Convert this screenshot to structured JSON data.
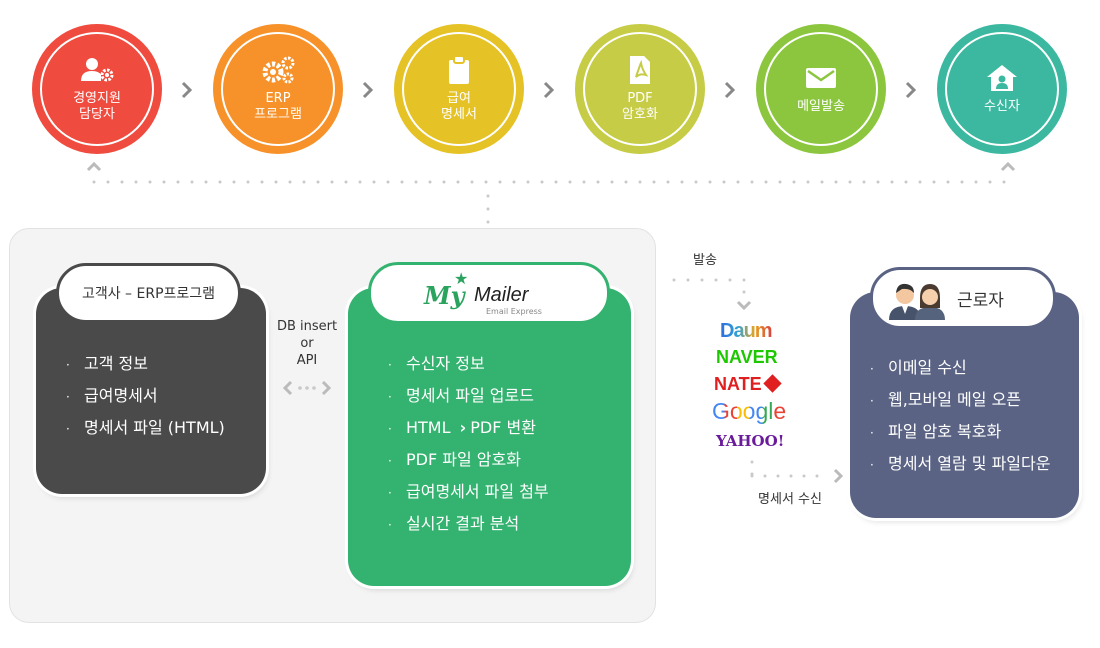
{
  "steps": [
    {
      "label": "경영지원\n담당자",
      "icon": "user-gear-icon",
      "color": "#ef4b3f"
    },
    {
      "label": "ERP\n프로그램",
      "icon": "gears-icon",
      "color": "#f7922a"
    },
    {
      "label": "급여\n명세서",
      "icon": "clipboard-icon",
      "color": "#e5c226"
    },
    {
      "label": "PDF\n암호화",
      "icon": "pdf-file-icon",
      "color": "#c6cc46"
    },
    {
      "label": "메일발송",
      "icon": "envelope-icon",
      "color": "#8cc63f"
    },
    {
      "label": "수신자",
      "icon": "home-user-icon",
      "color": "#3cb8a0"
    }
  ],
  "client_box": {
    "title": "고객사 – ERP프로그램",
    "items": [
      "고객 정보",
      "급여명세서",
      "명세서 파일 (HTML)"
    ],
    "color": "#4a4a4a"
  },
  "connector": {
    "line1": "DB insert",
    "line2": "or",
    "line3": "API"
  },
  "mailer_box": {
    "logo_my": "My",
    "logo_mailer": "Mailer",
    "logo_sub": "Email Express",
    "items": [
      "수신자 정보",
      "명세서 파일 업로드",
      "HTML",
      "PDF 변환",
      "PDF 파일 암호화",
      "급여명세서 파일 첨부",
      "실시간 결과 분석"
    ],
    "color": "#34b26f"
  },
  "send_label": "발송",
  "portals": {
    "daum": "Daum",
    "naver": "NAVER",
    "nate": "NATE",
    "google": "Google",
    "yahoo": "YAHOO!"
  },
  "receive_label": "명세서 수신",
  "worker_box": {
    "title": "근로자",
    "items": [
      "이메일 수신",
      "웹,모바일 메일 오픈",
      "파일 암호 복호화",
      "명세서 열람 및 파일다운"
    ],
    "color": "#5a6384"
  }
}
